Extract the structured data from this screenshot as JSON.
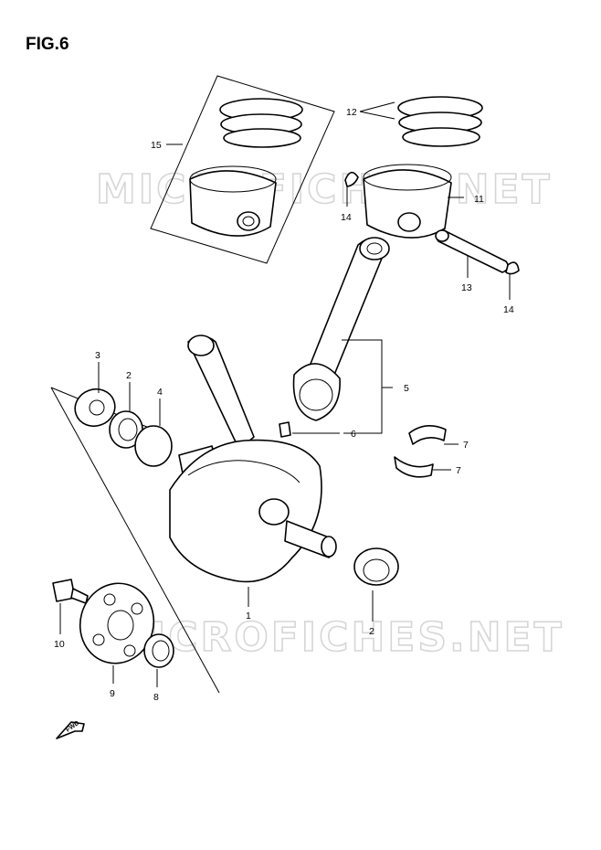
{
  "figure": {
    "title": "FIG.6"
  },
  "watermarks": [
    "MICROFICHES.NET",
    "MICROFICHES.NET"
  ],
  "fwd_label": "FWD",
  "callouts": [
    {
      "id": "c15",
      "text": "15"
    },
    {
      "id": "c12",
      "text": "12"
    },
    {
      "id": "c14a",
      "text": "14"
    },
    {
      "id": "c11",
      "text": "11"
    },
    {
      "id": "c13",
      "text": "13"
    },
    {
      "id": "c14b",
      "text": "14"
    },
    {
      "id": "c3",
      "text": "3"
    },
    {
      "id": "c2a",
      "text": "2"
    },
    {
      "id": "c4",
      "text": "4"
    },
    {
      "id": "c5",
      "text": "5"
    },
    {
      "id": "c6",
      "text": "6"
    },
    {
      "id": "c7a",
      "text": "7"
    },
    {
      "id": "c7b",
      "text": "7"
    },
    {
      "id": "c1",
      "text": "1"
    },
    {
      "id": "c2b",
      "text": "2"
    },
    {
      "id": "c10",
      "text": "10"
    },
    {
      "id": "c9",
      "text": "9"
    },
    {
      "id": "c8",
      "text": "8"
    }
  ]
}
